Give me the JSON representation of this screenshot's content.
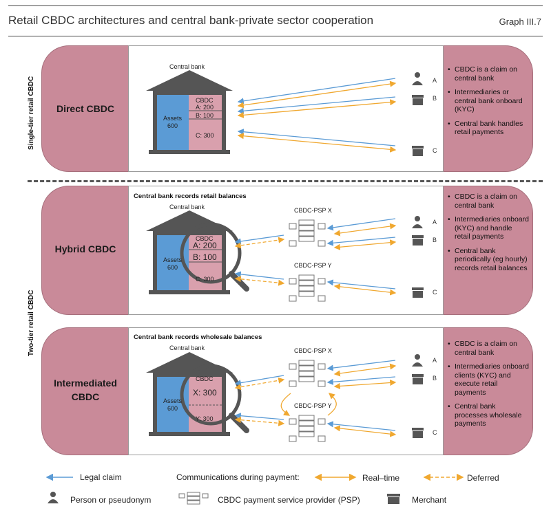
{
  "header": {
    "title": "Retail CBDC architectures and central bank-private sector cooperation",
    "graph": "Graph III.7"
  },
  "side_labels": {
    "single": "Single-tier retail CBDC",
    "two": "Two-tier retail CBDC"
  },
  "common": {
    "central_bank": "Central bank",
    "cbdc": "CBDC",
    "assets": "Assets",
    "assets_value": "600",
    "a": "A",
    "b": "B",
    "c": "C"
  },
  "panels": {
    "direct": {
      "label": "Direct CBDC",
      "entries": [
        "A: 200",
        "B: 100",
        "C: 300"
      ],
      "bullets": [
        "CBDC is a claim on central bank",
        "Intermediaries or central bank onboard (KYC)",
        "Central bank handles retail payments"
      ]
    },
    "hybrid": {
      "label": "Hybrid CBDC",
      "section": "Central bank records retail balances",
      "psp_x": "CBDC-PSP X",
      "psp_y": "CBDC-PSP Y",
      "entries": [
        "A: 200",
        "B: 100",
        "C: 300"
      ],
      "bullets": [
        "CBDC is a claim on central bank",
        "Intermediaries onboard (KYC) and handle retail payments",
        "Central bank periodically (eg hourly) records retail balances"
      ]
    },
    "intermediated": {
      "label_line1": "Intermediated",
      "label_line2": "CBDC",
      "section": "Central bank records wholesale balances",
      "psp_x": "CBDC-PSP X",
      "psp_y": "CBDC-PSP Y",
      "entries": [
        "X: 300",
        "Y: 300"
      ],
      "bullets": [
        "CBDC is a claim on central bank",
        "Intermediaries onboard clients (KYC) and execute retail payments",
        "Central bank processes wholesale payments"
      ]
    }
  },
  "legend": {
    "legal_claim": "Legal claim",
    "communications": "Communications during payment:",
    "real_time": "Real–time",
    "deferred": "Deferred",
    "person": "Person or pseudonym",
    "psp": "CBDC payment service provider (PSP)",
    "merchant": "Merchant"
  },
  "colors": {
    "panel": "#c98a99",
    "legal_claim": "#5b9bd5",
    "communication": "#f0a830",
    "assets": "#5b9bd5",
    "cbdc_column": "#c98a99",
    "building": "#555555"
  }
}
